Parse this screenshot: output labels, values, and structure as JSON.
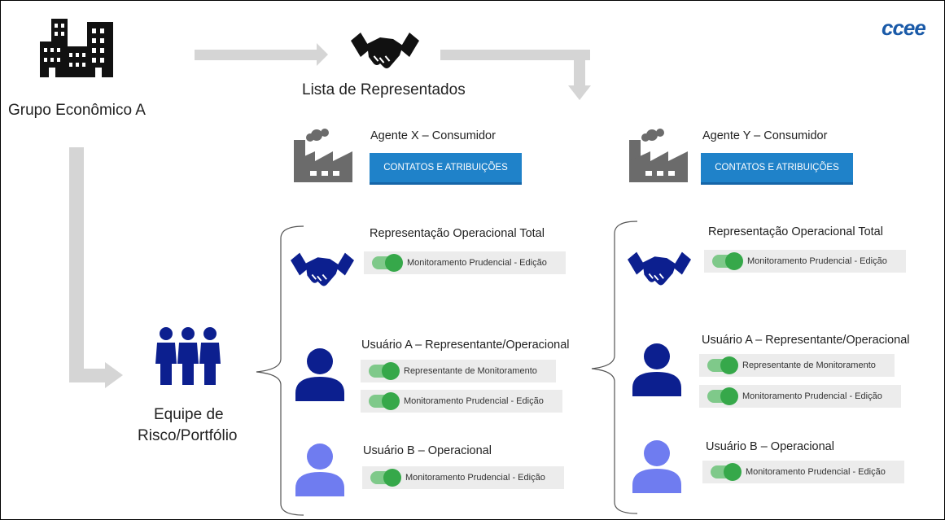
{
  "brand": {
    "logo_text": "ccee"
  },
  "group": {
    "name": "Grupo Econômico A",
    "icon": "buildings-icon"
  },
  "list": {
    "label": "Lista de Representados",
    "icon": "handshake-icon"
  },
  "team": {
    "line1": "Equipe de",
    "line2": "Risco/Portfólio",
    "icon": "team-icon"
  },
  "agents": [
    {
      "name": "Agente X – Consumidor",
      "button": "CONTATOS E ATRIBUIÇÕES",
      "icon": "factory-icon",
      "representation": {
        "title": "Representação Operacional Total",
        "perms": [
          "Monitoramento Prudencial - Edição"
        ]
      },
      "user_a": {
        "title": "Usuário A – Representante/Operacional",
        "perms": [
          "Representante de Monitoramento",
          "Monitoramento Prudencial - Edição"
        ]
      },
      "user_b": {
        "title": "Usuário B – Operacional",
        "perms": [
          "Monitoramento Prudencial - Edição"
        ]
      }
    },
    {
      "name": "Agente Y – Consumidor",
      "button": "CONTATOS E ATRIBUIÇÕES",
      "icon": "factory-icon",
      "representation": {
        "title": "Representação Operacional Total",
        "perms": [
          "Monitoramento Prudencial - Edição"
        ]
      },
      "user_a": {
        "title": "Usuário A – Representante/Operacional",
        "perms": [
          "Representante de Monitoramento",
          "Monitoramento Prudencial - Edição"
        ]
      },
      "user_b": {
        "title": "Usuário B – Operacional",
        "perms": [
          "Monitoramento Prudencial - Edição"
        ]
      }
    }
  ],
  "colors": {
    "navy": "#0c1f8f",
    "light_user": "#6f7cf0",
    "arrow": "#d5d5d5",
    "factory": "#6b6b6b",
    "button": "#1f82c9",
    "toggle_on": "#36a84a",
    "toggle_track": "#7fc98a",
    "brand": "#1a5aa8"
  }
}
